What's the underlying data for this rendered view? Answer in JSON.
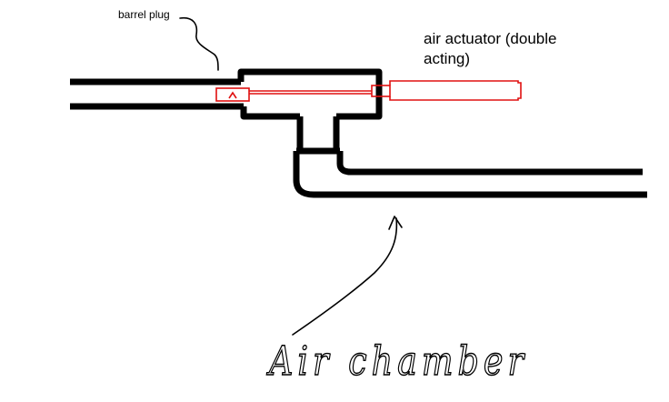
{
  "labels": {
    "barrel_plug": "barrel plug",
    "air_actuator_line1": "air actuator (double",
    "air_actuator_line2": "acting)",
    "air_chamber": "Air chamber"
  },
  "colors": {
    "pipe": "#000000",
    "actuator": "#e01010",
    "background": "#ffffff"
  }
}
